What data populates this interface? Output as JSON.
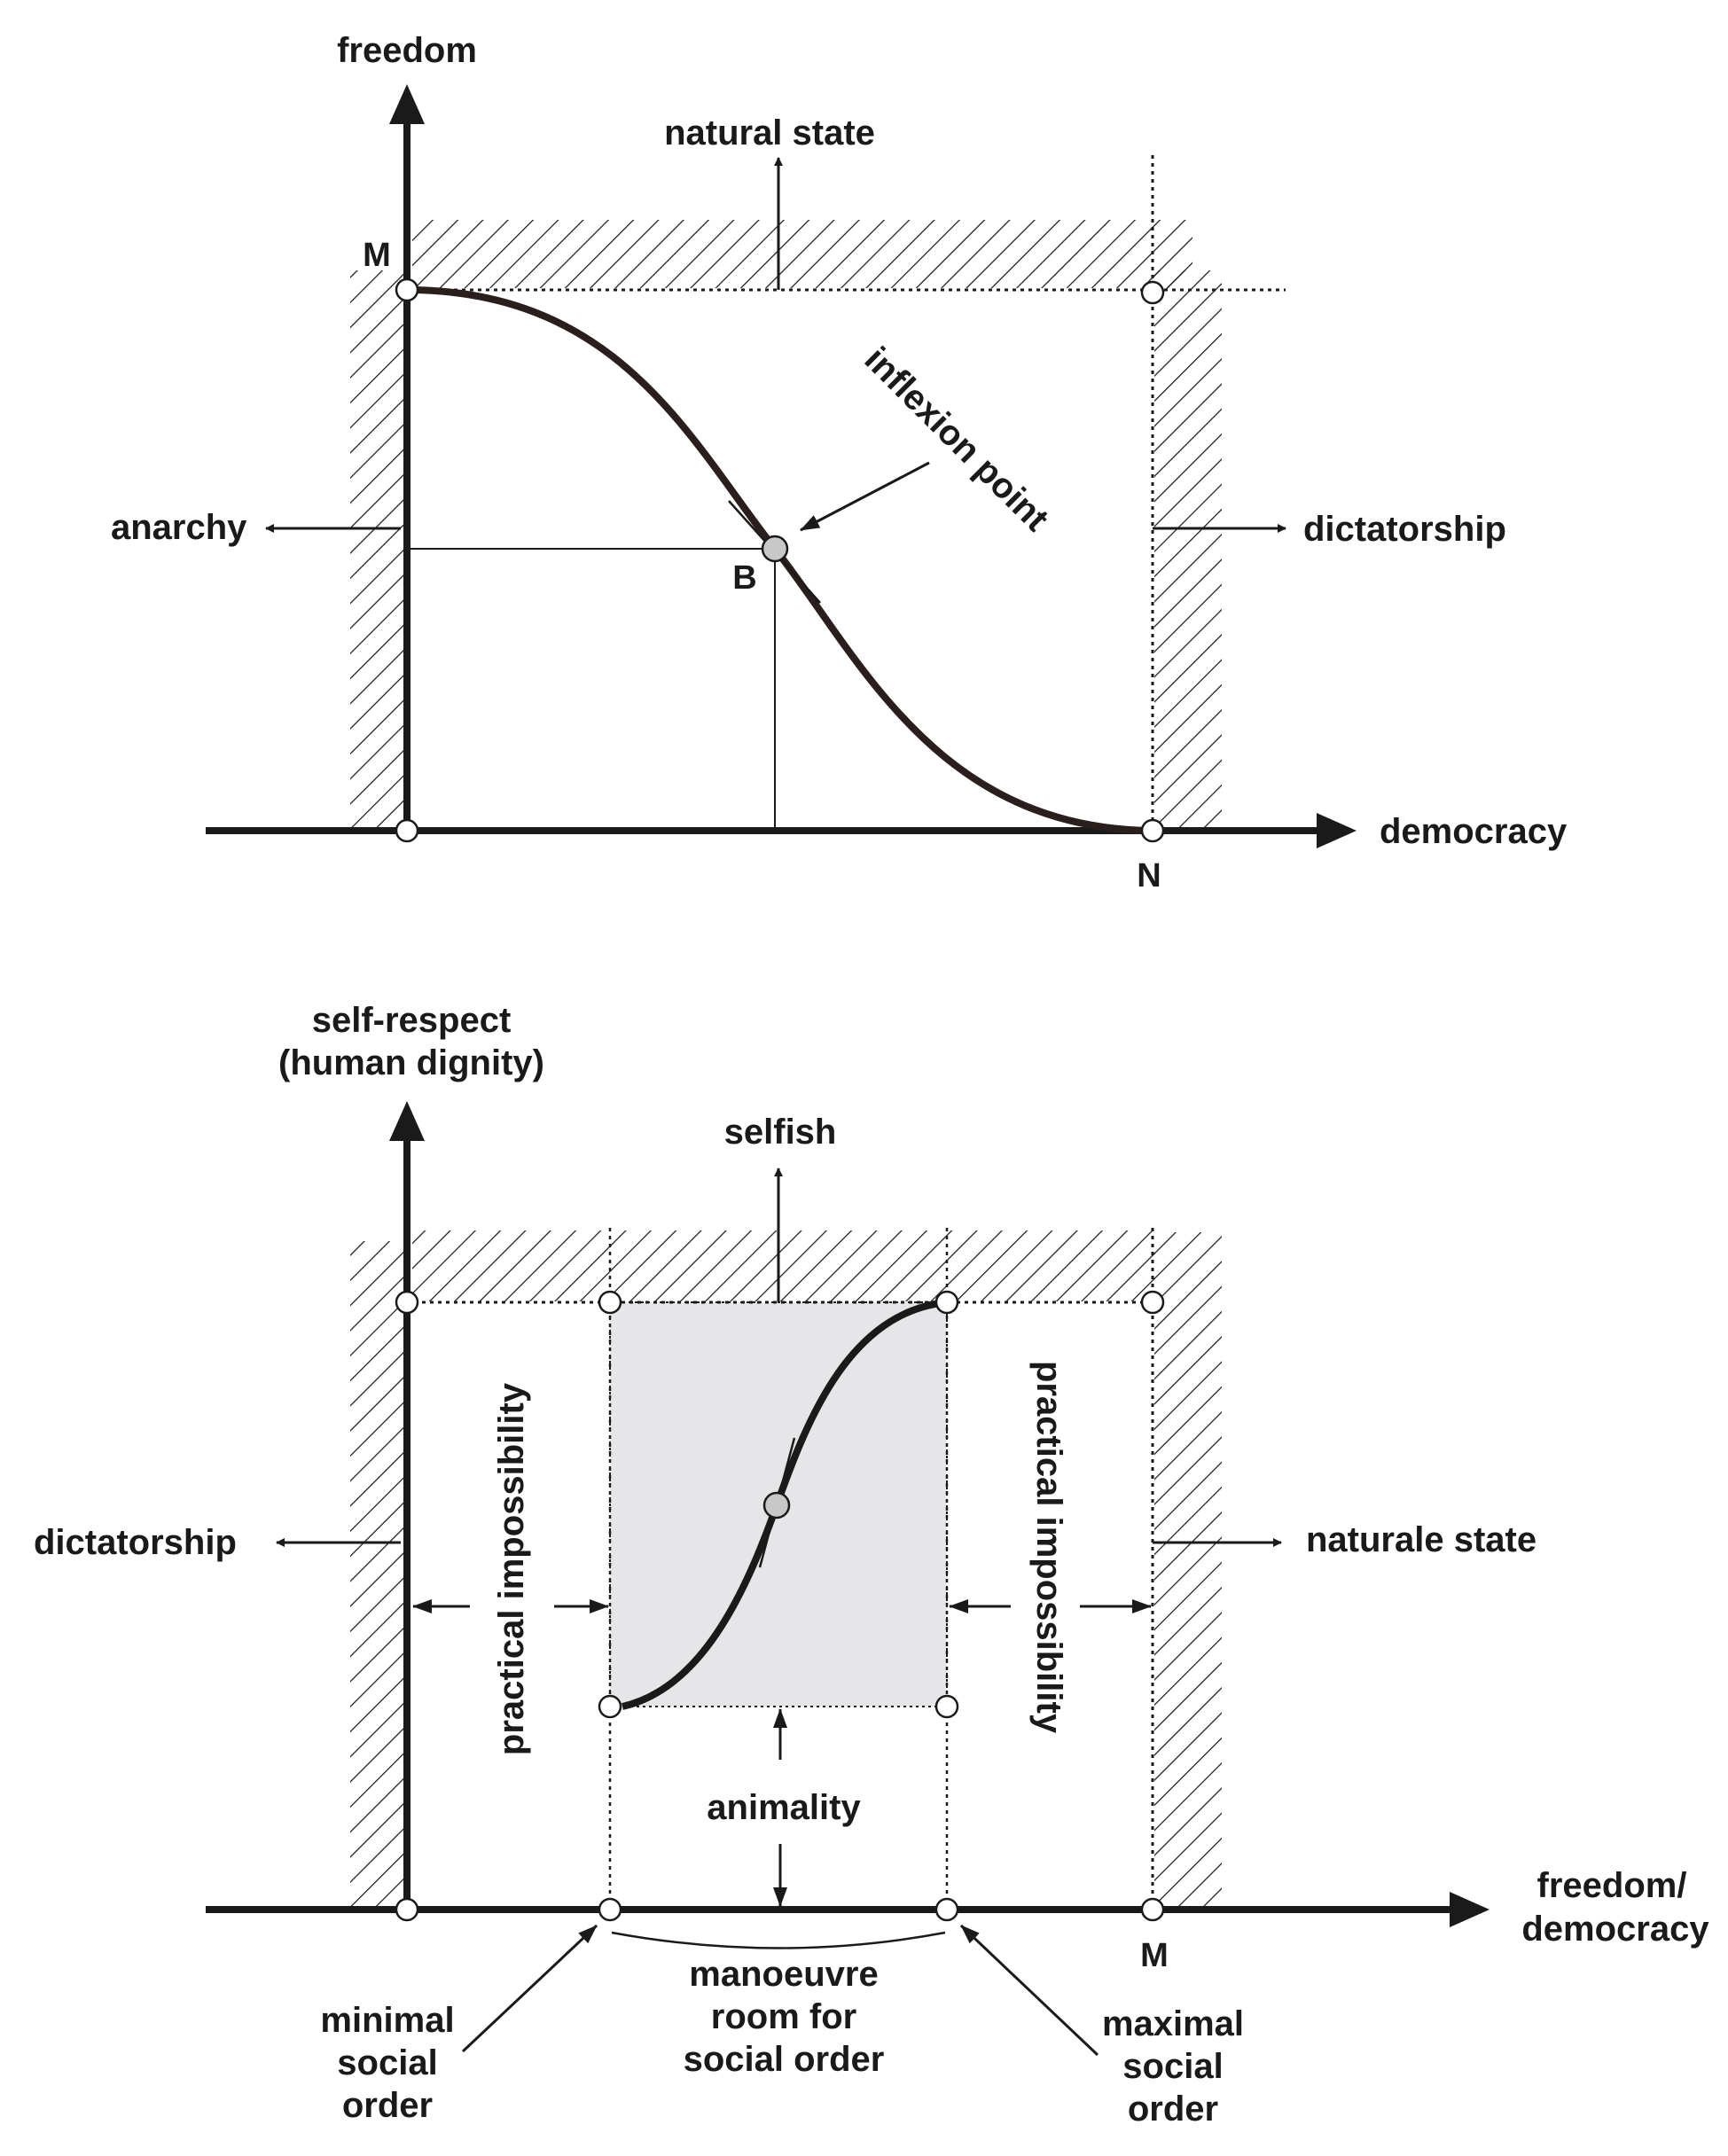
{
  "top_diagram": {
    "y_axis_label": "freedom",
    "x_axis_label": "democracy",
    "top_label": "natural state",
    "left_label": "anarchy",
    "right_label": "dictatorship",
    "curve_label": "inflexion point",
    "point_M": "M",
    "point_B": "B",
    "point_N": "N"
  },
  "bottom_diagram": {
    "y_axis_label_line1": "self-respect",
    "y_axis_label_line2": "(human dignity)",
    "x_axis_label_line1": "freedom/",
    "x_axis_label_line2": "democracy",
    "top_label": "selfish",
    "left_label": "dictatorship",
    "right_label": "naturale state",
    "left_zone_label": "practical impossibility",
    "right_zone_label": "practical impossibility",
    "middle_label": "animality",
    "point_M": "M",
    "min_line1": "minimal",
    "min_line2": "social",
    "min_line3": "order",
    "room_line1": "manoeuvre",
    "room_line2": "room for",
    "room_line3": "social order",
    "max_line1": "maximal",
    "max_line2": "social",
    "max_line3": "order"
  },
  "colors": {
    "ink": "#1a1a1a",
    "curve": "#2a1f1c",
    "feasible_region_fill": "#e6e6e8",
    "node_fill": "#ffffff",
    "inflexion_node_fill": "#c8c8c8"
  }
}
